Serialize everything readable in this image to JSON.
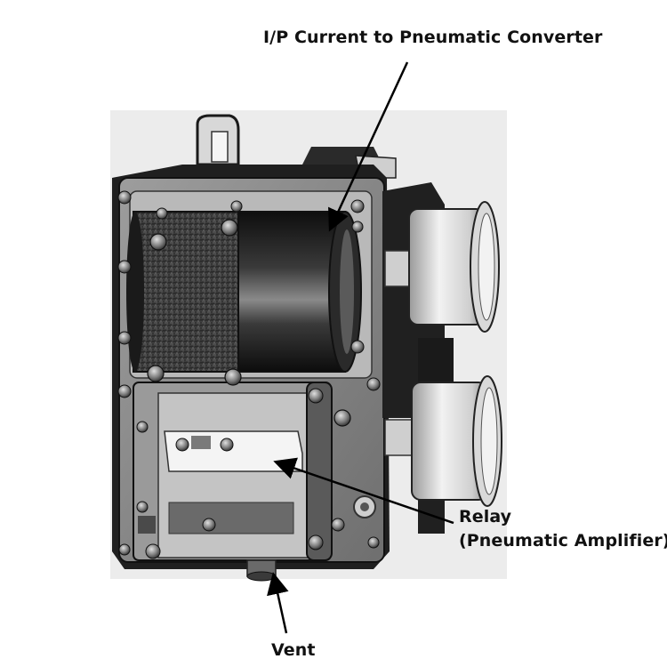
{
  "labels": {
    "ip_converter": "I/P Current to Pneumatic Converter",
    "relay_line1": "Relay",
    "relay_line2": "(Pneumatic Amplifier)",
    "vent": "Vent"
  },
  "colors": {
    "background": "#ffffff",
    "panel_backdrop": "#ebebeb",
    "housing": "#1e1e1e",
    "plate": "#8c8c8c",
    "cylinder_dark": "#1a1a1a",
    "gauge_face": "#e6e6e6",
    "arrow": "#000000"
  },
  "parts": [
    {
      "name": "ip-converter-cylinder",
      "icon": "cylinder"
    },
    {
      "name": "relay-block",
      "icon": "block"
    },
    {
      "name": "upper-pressure-gauge",
      "icon": "gauge"
    },
    {
      "name": "lower-pressure-gauge",
      "icon": "gauge"
    },
    {
      "name": "vent-port",
      "icon": "port"
    }
  ]
}
